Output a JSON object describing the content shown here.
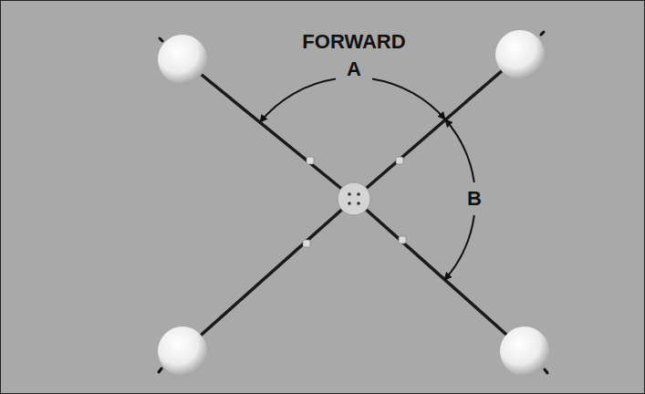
{
  "diagram": {
    "labels": [
      "FORWARD",
      "A",
      "B"
    ]
  }
}
